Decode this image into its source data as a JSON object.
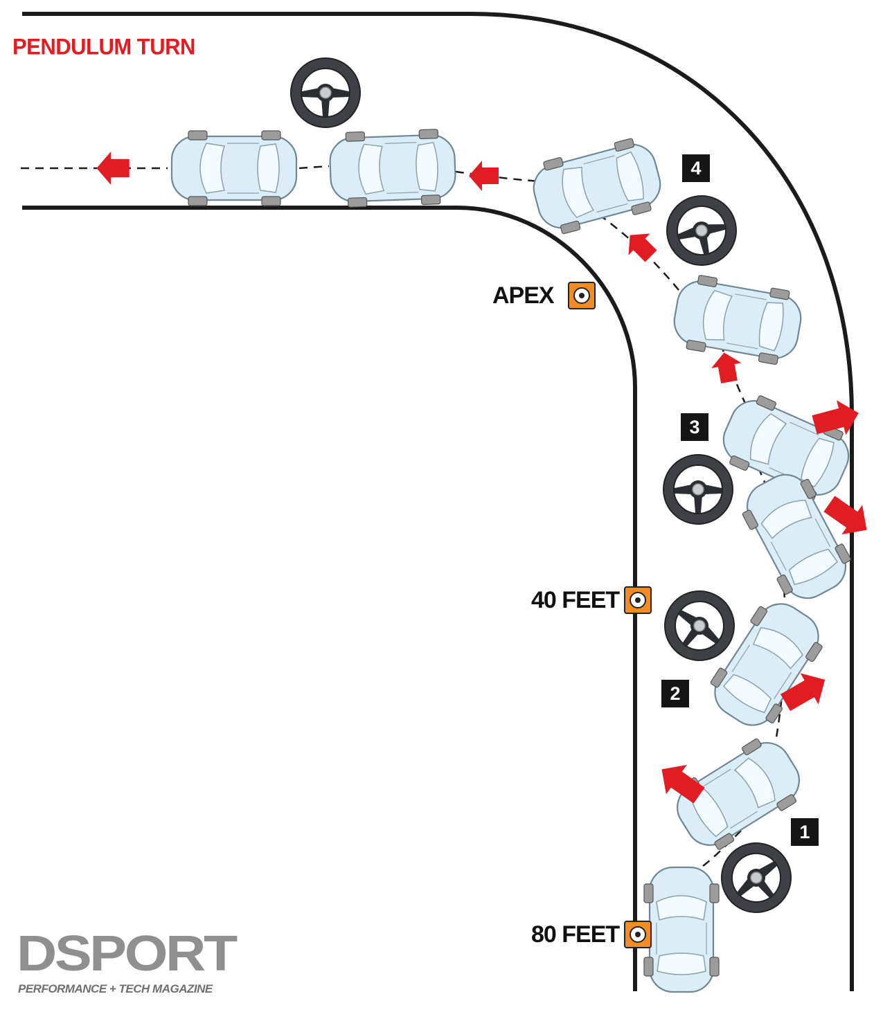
{
  "title": "PENDULUM TURN",
  "cones": [
    {
      "id": "apex",
      "label": "APEX"
    },
    {
      "id": "40ft",
      "label": "40 FEET"
    },
    {
      "id": "80ft",
      "label": "80 FEET"
    }
  ],
  "steps": [
    "1",
    "2",
    "3",
    "4"
  ],
  "logo": {
    "name": "DSPORT",
    "tagline": "PERFORMANCE + TECH MAGAZINE"
  },
  "colors": {
    "arrow": "#e11d24",
    "cone": "#f28c28",
    "car_body": "#dbeef8",
    "tire": "#9c9c9c",
    "wheel": "#3e4247",
    "logo": "#8f8f8f"
  }
}
